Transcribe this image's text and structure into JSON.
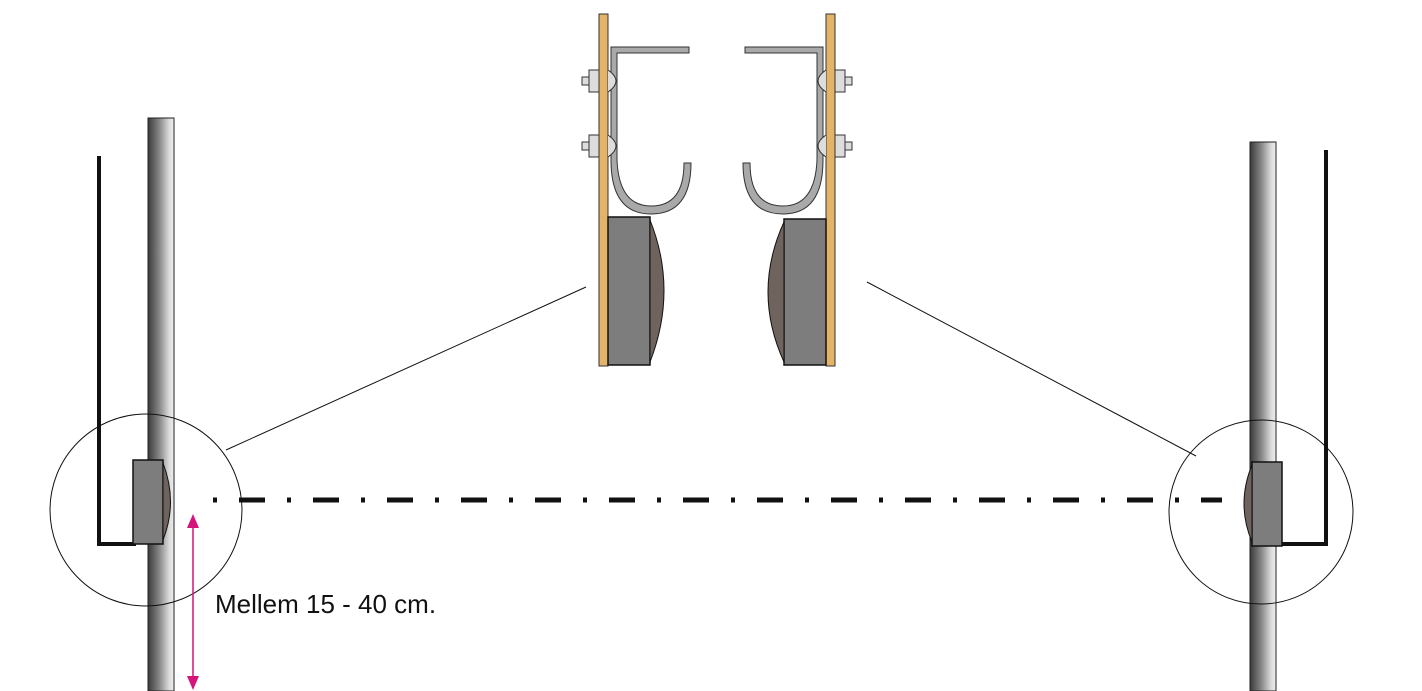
{
  "annotation": {
    "distance_label": "Mellem 15 - 40 cm."
  },
  "colors": {
    "pole_dark": "#3a3a3a",
    "pole_light": "#d8d8d8",
    "mount_plate": "#e3b467",
    "bracket": "#a9a9a9",
    "sensor_body": "#7d7d7d",
    "sensor_lens": "#6e635d",
    "dimension_arrow": "#d4147a",
    "line": "#111111"
  },
  "icons": [
    "pole",
    "mount-bracket",
    "hook-bracket",
    "bolt",
    "sensor-transmitter",
    "sensor-receiver",
    "magnifier-circle",
    "beam-line",
    "dimension-arrow"
  ]
}
